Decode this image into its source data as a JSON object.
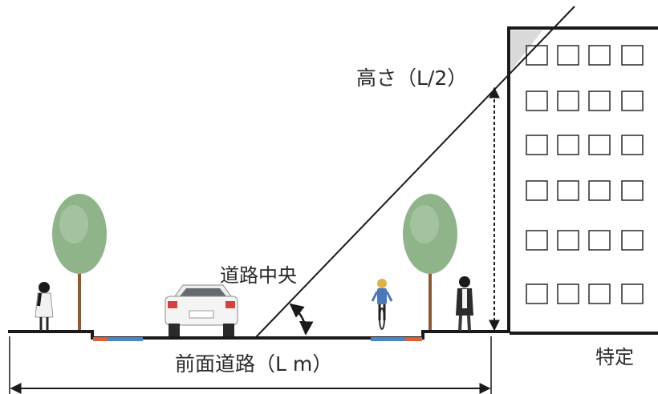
{
  "labels": {
    "height": "高さ（L/2）",
    "road_center": "道路中央",
    "front_road": "前面道路（L m）",
    "specific": "特定"
  },
  "colors": {
    "line": "#1a1a1a",
    "tree_foliage": "#8fb48a",
    "trunk": "#8a5a3a",
    "lane_red": "#e0603a",
    "lane_blue": "#4a86c8",
    "shadow_triangle": "#d9d9d9"
  }
}
